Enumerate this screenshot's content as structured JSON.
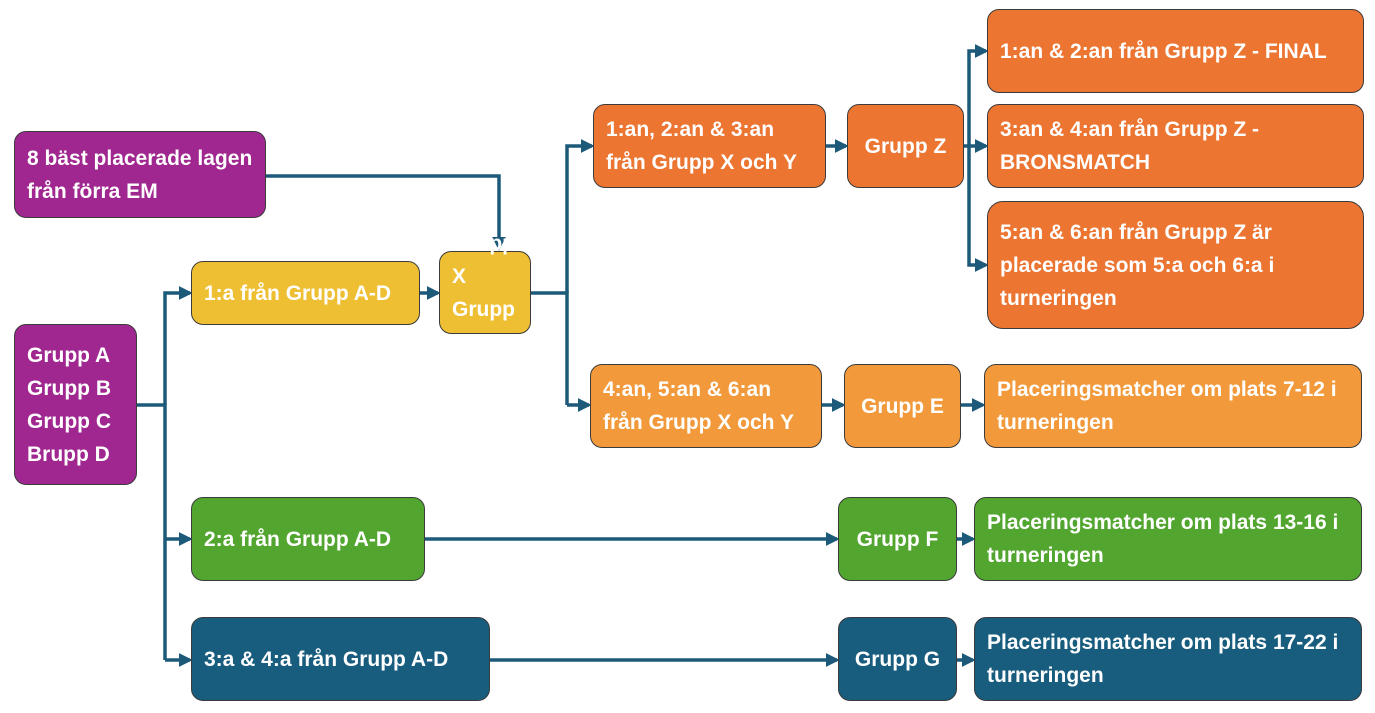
{
  "colors": {
    "purple": "#a0278f",
    "yellow": "#efbf33",
    "orange": "#ec7532",
    "light_orange": "#f29a3b",
    "green": "#52a630",
    "blue": "#185d7e",
    "connector": "#1d5a7a"
  },
  "nodes": {
    "best8": "8 bäst placerade lagen från förra EM",
    "groups_ad": [
      "Grupp A",
      "Grupp B",
      "Grupp C",
      "Brupp D"
    ],
    "first_ad": "1:a från Grupp A-D",
    "group_xy": [
      "Grupp X",
      "Grupp Y"
    ],
    "top3_xy": "1:an, 2:an & 3:an från Grupp X och Y",
    "group_z": "Grupp Z",
    "final": "1:an & 2:an från Grupp Z - FINAL",
    "bronze": "3:an & 4:an från Grupp Z - BRONSMATCH",
    "fifth_sixth": "5:an & 6:an från Grupp Z är placerade som 5:a och 6:a i turneringen",
    "mid3_xy": "4:an, 5:an & 6:an från Grupp X och Y",
    "group_e": "Grupp E",
    "place_7_12": "Placeringsmatcher om plats 7-12 i turneringen",
    "second_ad": "2:a från Grupp A-D",
    "group_f": "Grupp F",
    "place_13_16": "Placeringsmatcher om plats 13-16 i turneringen",
    "third_fourth_ad": "3:a & 4:a från Grupp A-D",
    "group_g": "Grupp G",
    "place_17_22": "Placeringsmatcher om plats 17-22 i turneringen"
  }
}
